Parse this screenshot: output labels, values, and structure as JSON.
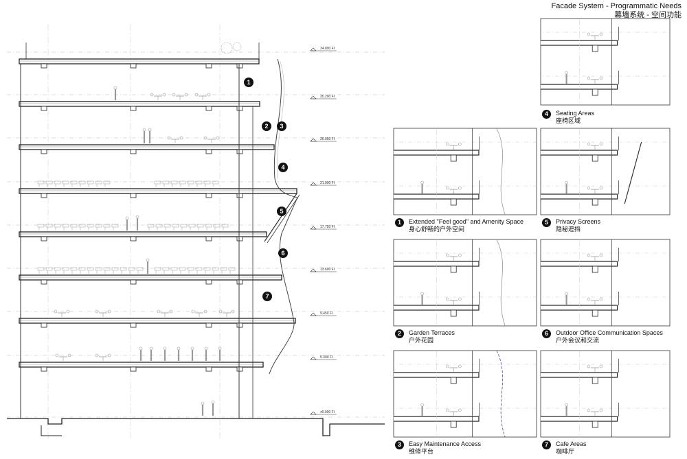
{
  "header": {
    "title_en": "Facade System - Programmatic Needs",
    "title_cn": "幕墙系统 - 空间功能"
  },
  "levels": [
    {
      "label": "34.800",
      "unit": "FI"
    },
    {
      "label": "30.200",
      "unit": "FI"
    },
    {
      "label": "26.050",
      "unit": "FI"
    },
    {
      "label": "21.900",
      "unit": "FI"
    },
    {
      "label": "17.750",
      "unit": "FI"
    },
    {
      "label": "13.600",
      "unit": "FI"
    },
    {
      "label": "9.450",
      "unit": "FI"
    },
    {
      "label": "5.300",
      "unit": "FI"
    },
    {
      "label": "±0.000",
      "unit": "FI"
    }
  ],
  "markers": [
    "1",
    "2",
    "3",
    "4",
    "5",
    "6",
    "7"
  ],
  "details": [
    {
      "num": "4",
      "en": "Seating Areas",
      "cn": "座椅区域"
    },
    {
      "num": "1",
      "en": "Extended \"Feel good\" and Amenity Space",
      "cn": "身心舒畅的户外空间"
    },
    {
      "num": "5",
      "en": "Privacy Screens",
      "cn": "隐秘遮挡"
    },
    {
      "num": "2",
      "en": "Garden Terraces",
      "cn": "户外花园"
    },
    {
      "num": "6",
      "en": "Outdoor Office Communication Spaces",
      "cn": "户外会议和交流"
    },
    {
      "num": "3",
      "en": "Easy Maintenance Access",
      "cn": "维修平台"
    },
    {
      "num": "7",
      "en": "Cafe Areas",
      "cn": "咖啡厅"
    }
  ]
}
